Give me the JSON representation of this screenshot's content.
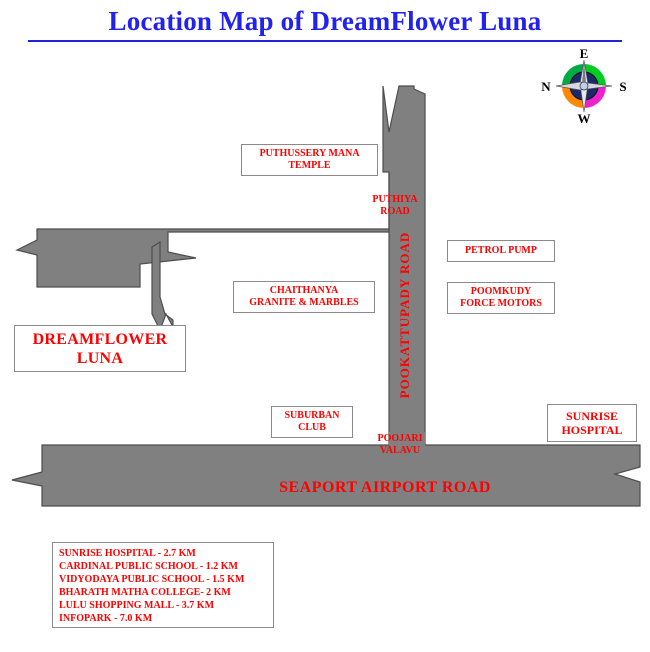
{
  "title": "Location Map of DreamFlower Luna",
  "compass": {
    "north_label": "N",
    "east_label": "E",
    "south_label": "S",
    "west_label": "W"
  },
  "colors": {
    "title": "#2222ee",
    "label_text": "#ff0000",
    "road_fill": "#808080",
    "road_stroke": "#4d4d4d",
    "box_border": "#8a8a8a",
    "page_background": "#ffffff"
  },
  "landmarks": [
    {
      "id": "puthussery-mana-temple",
      "name": "PUTHUSSERY MANA\nTEMPLE"
    },
    {
      "id": "chaithanya-granite-marbles",
      "name": "CHAITHANYA\nGRANITE & MARBLES"
    },
    {
      "id": "petrol-pump",
      "name": "PETROL PUMP"
    },
    {
      "id": "poomkudy-force-motors",
      "name": "POOMKUDY\nFORCE MOTORS"
    },
    {
      "id": "dreamflower-luna",
      "name": "DREAMFLOWER\nLUNA"
    },
    {
      "id": "suburban-club",
      "name": "SUBURBAN\nCLUB"
    },
    {
      "id": "sunrise-hospital",
      "name": "SUNRISE\nHOSPITAL"
    }
  ],
  "roads": [
    {
      "id": "puthiya-road",
      "name": "PUTHIYA\nROAD"
    },
    {
      "id": "pookattupady-road",
      "name": "POOKATTUPADY  ROAD"
    },
    {
      "id": "poojari-valavu",
      "name": "POOJARI\nVALAVU"
    },
    {
      "id": "seaport-airport-road",
      "name": "SEAPORT AIRPORT ROAD"
    }
  ],
  "legend": {
    "lines": [
      "SUNRISE HOSPITAL - 2.7 KM",
      "CARDINAL PUBLIC SCHOOL - 1.2 KM",
      "VIDYODAYA PUBLIC SCHOOL - 1.5 KM",
      "BHARATH MATHA COLLEGE- 2 KM",
      "LULU SHOPPING MALL - 3.7 KM",
      "INFOPARK - 7.0 KM"
    ]
  }
}
